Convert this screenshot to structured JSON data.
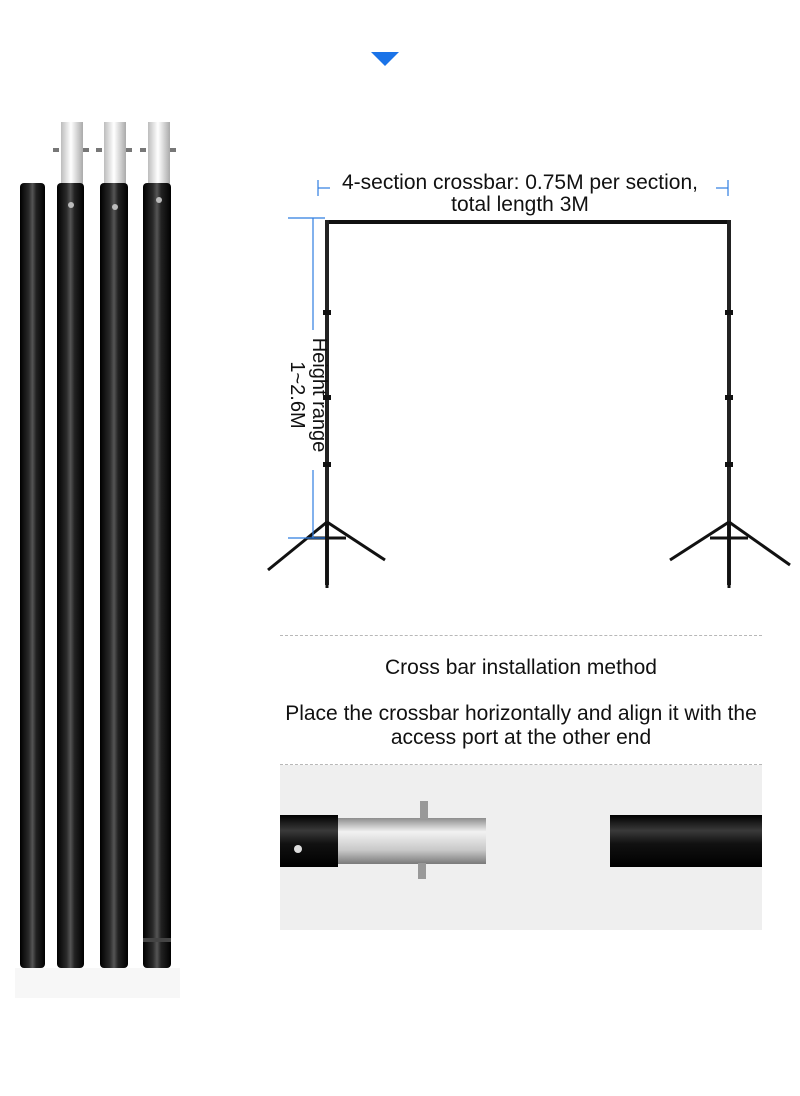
{
  "indicator": {
    "icon": "arrow-down-icon",
    "color": "#1a73e8"
  },
  "diagram": {
    "crossbar_label": "4-section crossbar: 0.75M per section, total length 3M",
    "height_label_title": "Height range",
    "height_label_value": "1~2.6M",
    "dimension_color": "#2f7de1"
  },
  "installation": {
    "title": "Cross bar installation method",
    "description": "Place the crossbar horizontally and align it with the access port at the other end"
  }
}
